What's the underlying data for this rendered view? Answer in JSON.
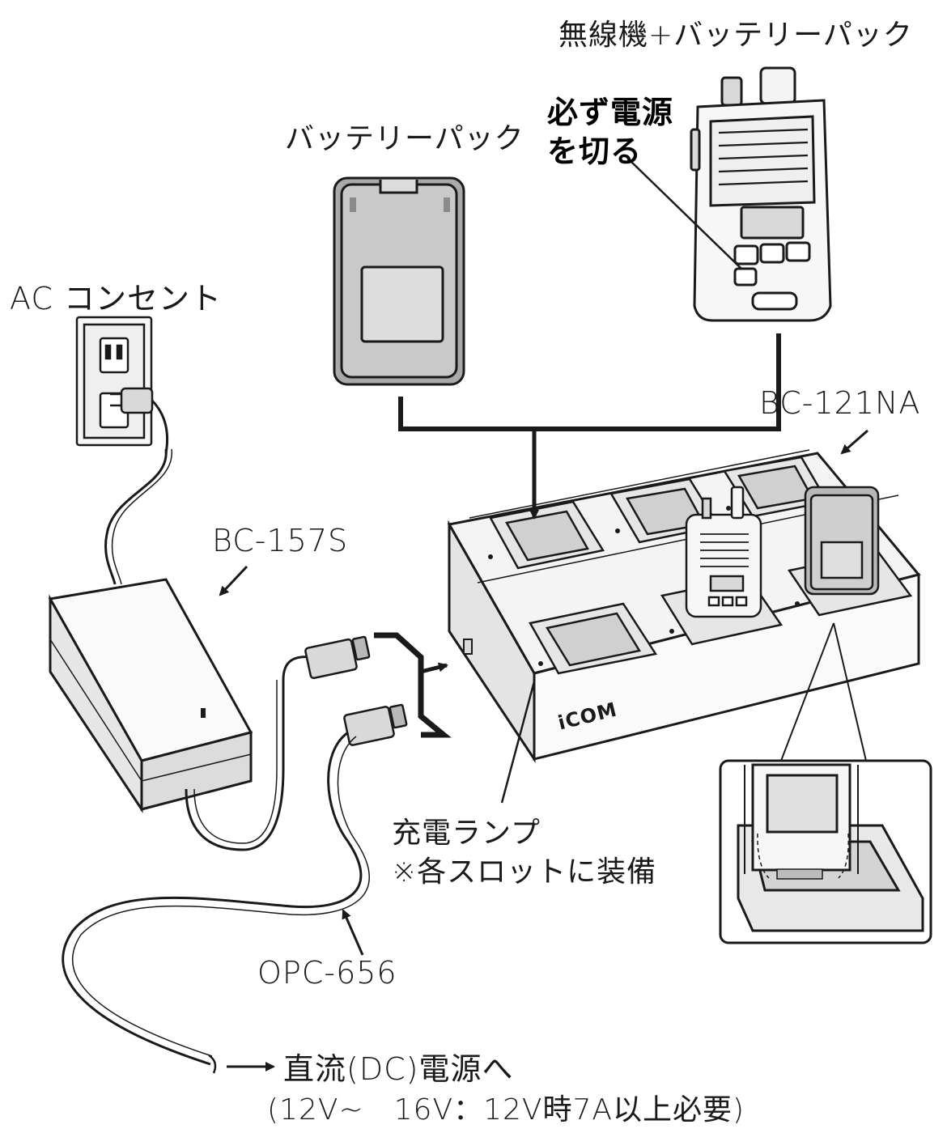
{
  "labels": {
    "radio_battery": "無線機+バッテリーパック",
    "power_off_line1": "必ず電源",
    "power_off_line2": "を切る",
    "battery_pack": "バッテリーパック",
    "ac_outlet": "AC コンセント",
    "charger_model": "BC-121NA",
    "adapter_model": "BC-157S",
    "lamp_line1": "充電ランプ",
    "lamp_line2": "※各スロットに装備",
    "cable_model": "OPC-656",
    "dc_line1": "直流(DC)電源へ",
    "dc_line2": "(12V~　16V：12V時7A以上必要)",
    "brand": "iCOM"
  },
  "colors": {
    "line": "#1a1a1a",
    "fill_light": "#f7f7f7",
    "fill_mid": "#d9d9d9",
    "fill_dark": "#b8b8b8"
  }
}
